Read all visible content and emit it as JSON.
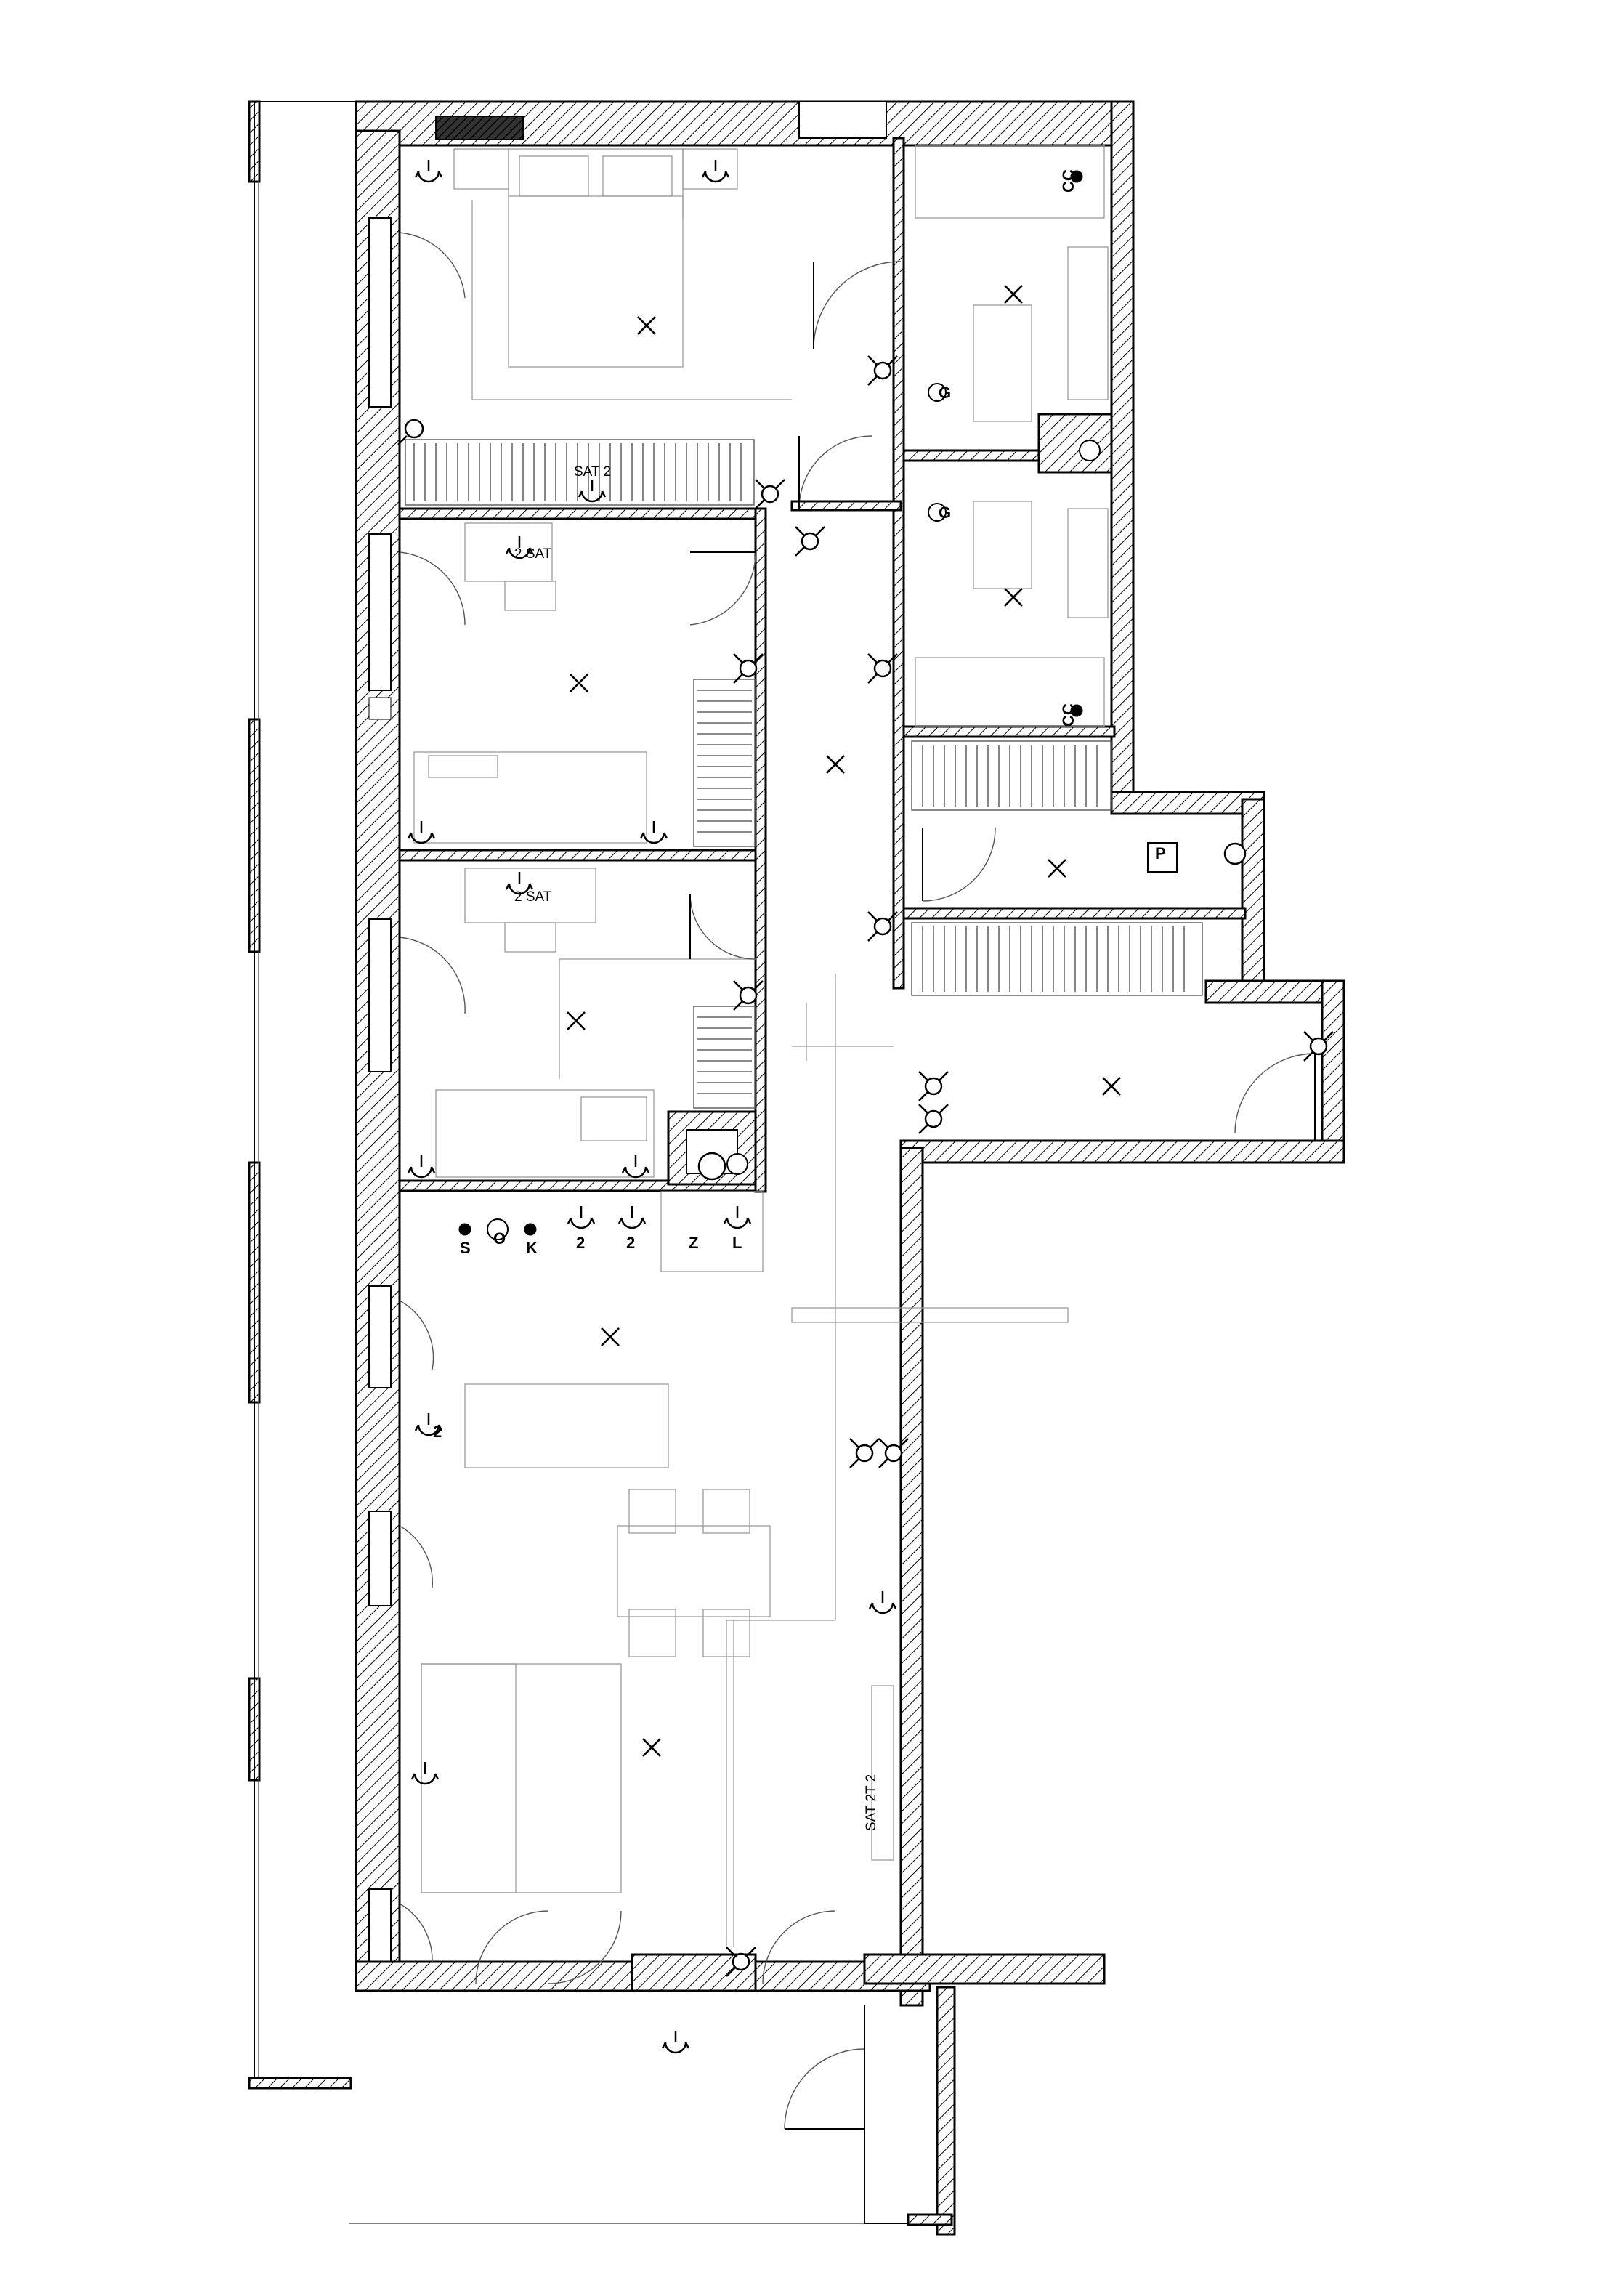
{
  "labels": {
    "sat_bedroom1": "SAT  2",
    "sat_bedroom2": "2  SAT",
    "sat_bedroom3": "2  SAT",
    "sat_living": "SAT 2T  2",
    "cc_bath1": "CC",
    "cc_bath2": "CC",
    "g_wc1": "G",
    "g_wc2": "G",
    "kitchen_s": "S",
    "kitchen_o": "O",
    "kitchen_k": "K",
    "kitchen_2a": "2",
    "kitchen_2b": "2",
    "kitchen_z": "Z",
    "kitchen_l": "L",
    "socket_living": "2",
    "p_hall": "P"
  },
  "colors": {
    "wall_hatch": "#000000",
    "lines": "#000000",
    "furniture": "#808080",
    "background": "#ffffff"
  },
  "icons": [
    "ceiling-light-icon",
    "socket-icon",
    "wall-light-icon",
    "switch-icon",
    "tv-outlet-icon",
    "boiler-icon",
    "door-swing-icon"
  ]
}
